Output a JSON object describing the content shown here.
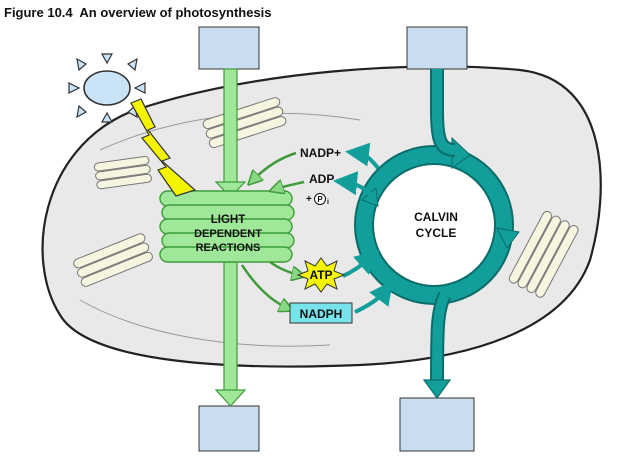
{
  "figure": {
    "title": "Figure 10.4  An overview of photosynthesis"
  },
  "light_reactions": {
    "line1": "LIGHT",
    "line2": "DEPENDENT",
    "line3": "REACTIONS"
  },
  "calvin_cycle": {
    "line1": "CALVIN",
    "line2": "CYCLE"
  },
  "molecules": {
    "nadp_plus": "NADP+",
    "adp": "ADP",
    "pi_plus": "+",
    "pi_symbol": "P",
    "pi_sub": "i",
    "atp": "ATP",
    "nadph": "NADPH"
  },
  "colors": {
    "light_green": "#9fe89a",
    "light_green_dark": "#3f9a3a",
    "teal": "#129e9a",
    "teal_dark": "#0b6d6a",
    "box_blue": "#c9dcf0",
    "sun_blue": "#c9e4f7",
    "lightning_yellow": "#f4f400",
    "atp_star": "#f6f600",
    "nadph_box": "#78e3ea",
    "chloroplast_fill": "#e9e9e9",
    "thylakoid_fill": "#f5f5e0"
  }
}
